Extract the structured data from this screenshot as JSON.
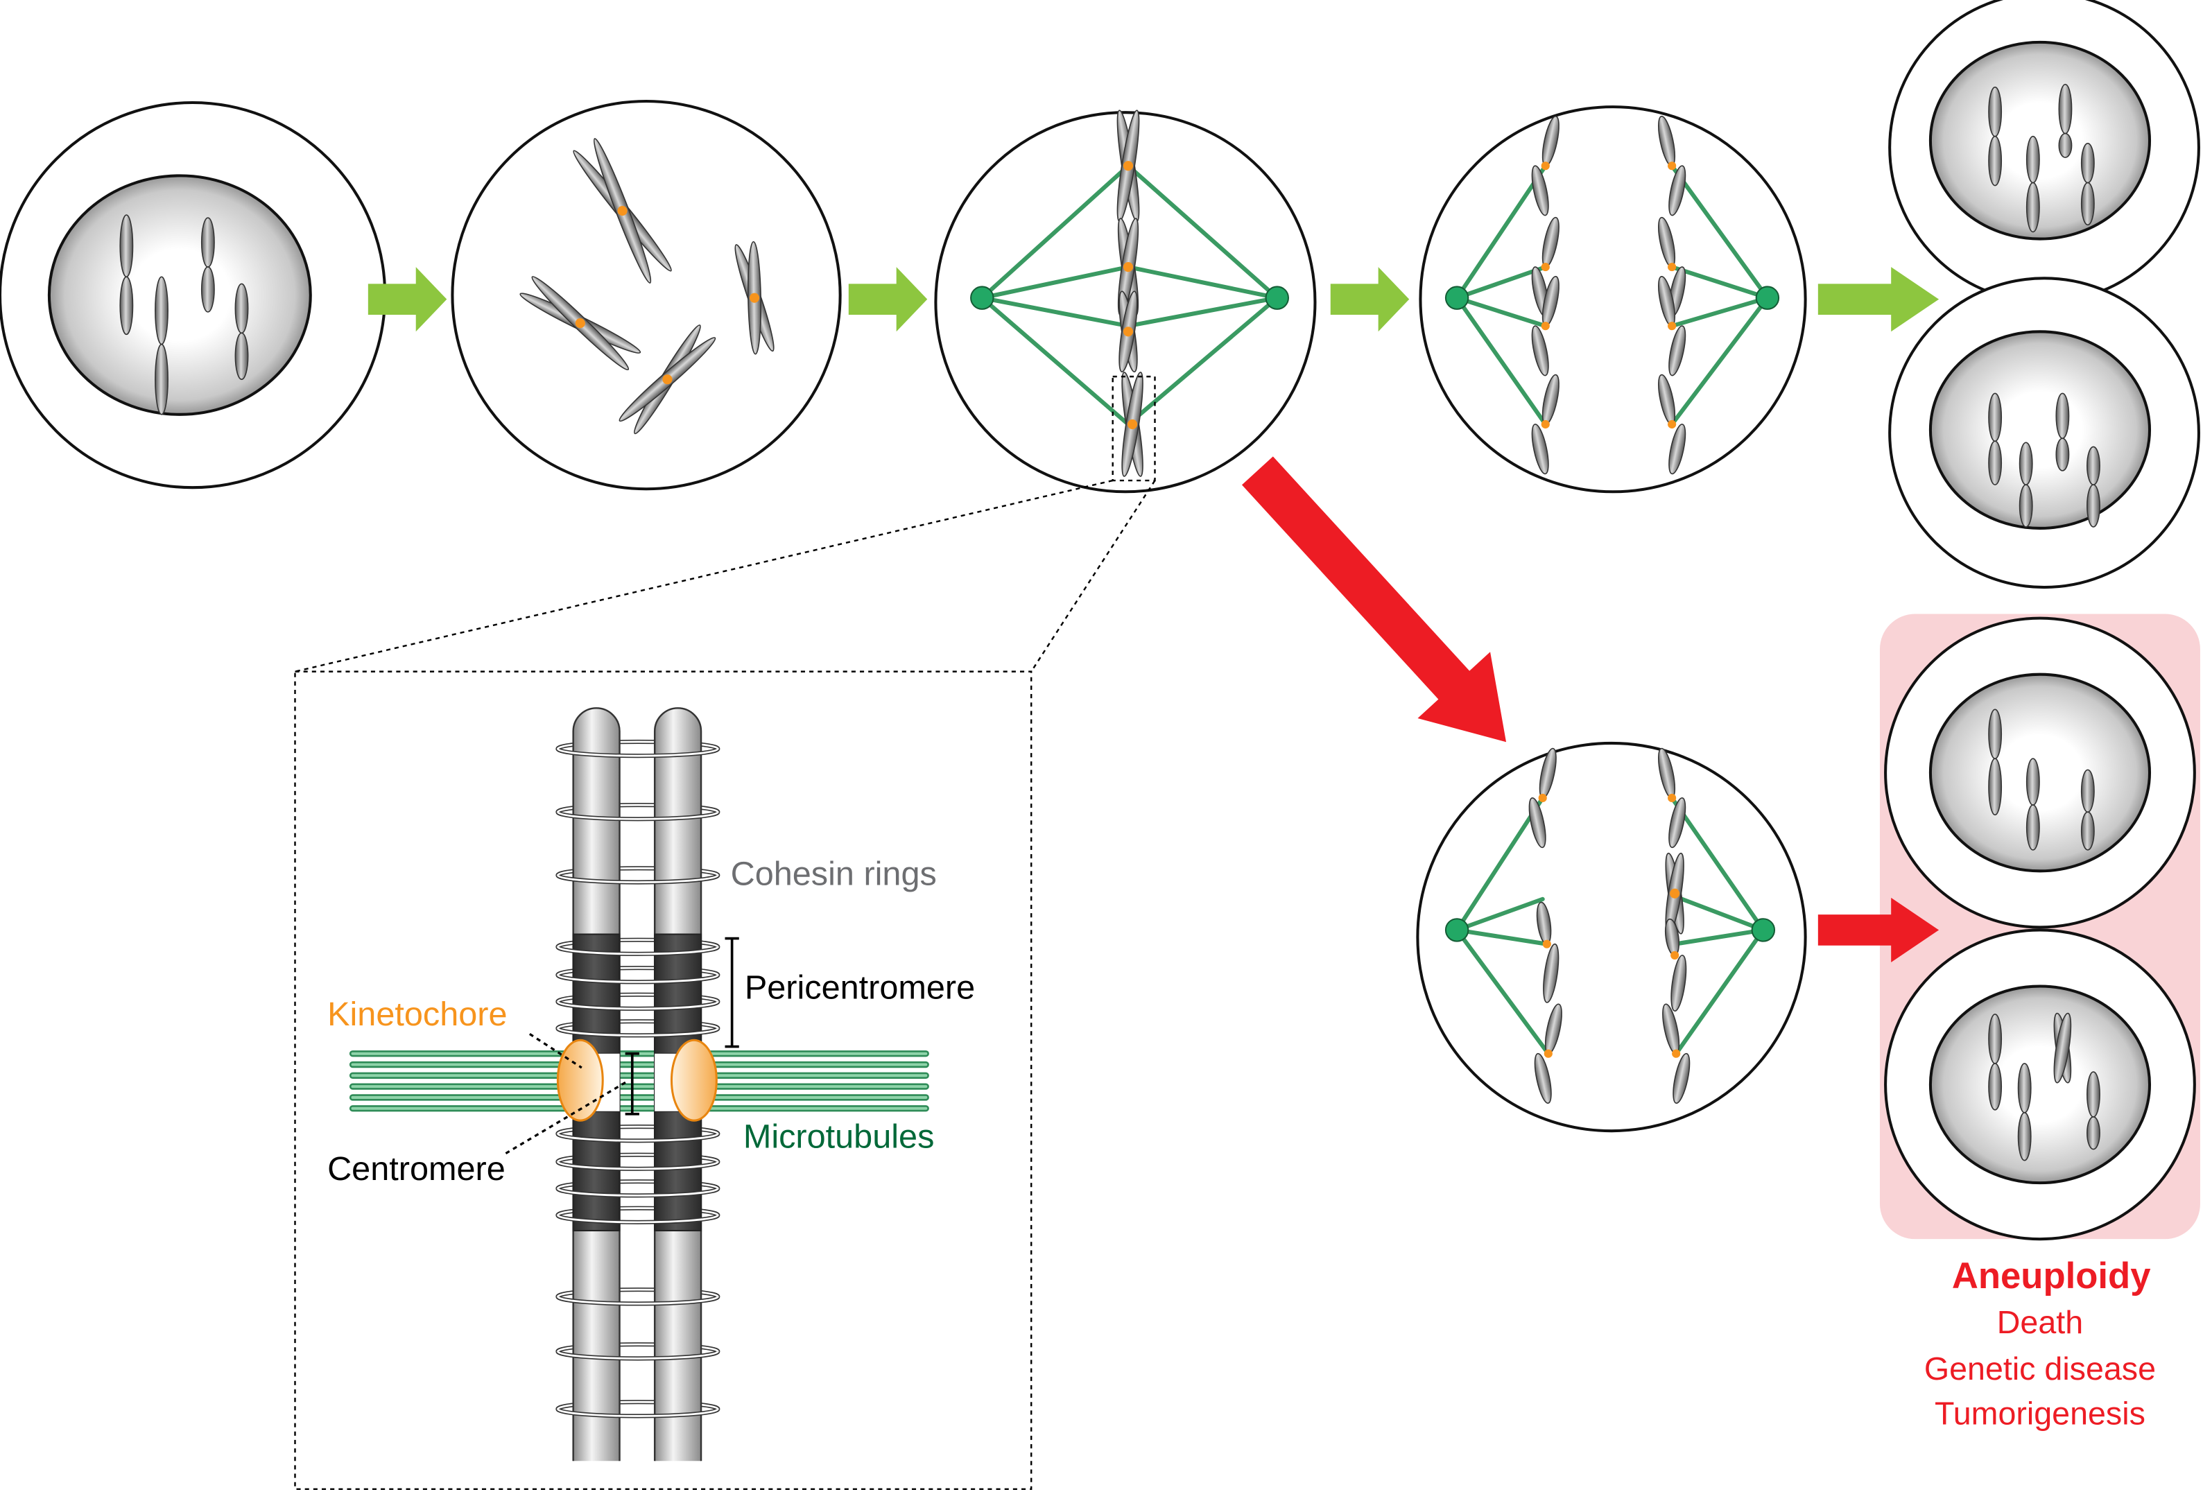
{
  "inset_labels": {
    "cohesin": "Cohesin rings",
    "pericentromere": "Pericentromere",
    "kinetochore": "Kinetochore",
    "microtubules": "Microtubules",
    "centromere": "Centromere"
  },
  "outcome": {
    "title": "Aneuploidy",
    "items": [
      "Death",
      "Genetic disease",
      "Tumorigenesis"
    ]
  },
  "colors": {
    "normal_arrow": "#8dc63f",
    "error_arrow": "#ed1c24",
    "spindle": "#3a9a62",
    "pole": "#22a865",
    "kinetochore": "#f7941d",
    "microtubules_label": "#006838",
    "cohesin_label": "#6d6e71",
    "aneuploidy_box": "#f9d3d6",
    "outcome_text": "#ed1c24"
  }
}
